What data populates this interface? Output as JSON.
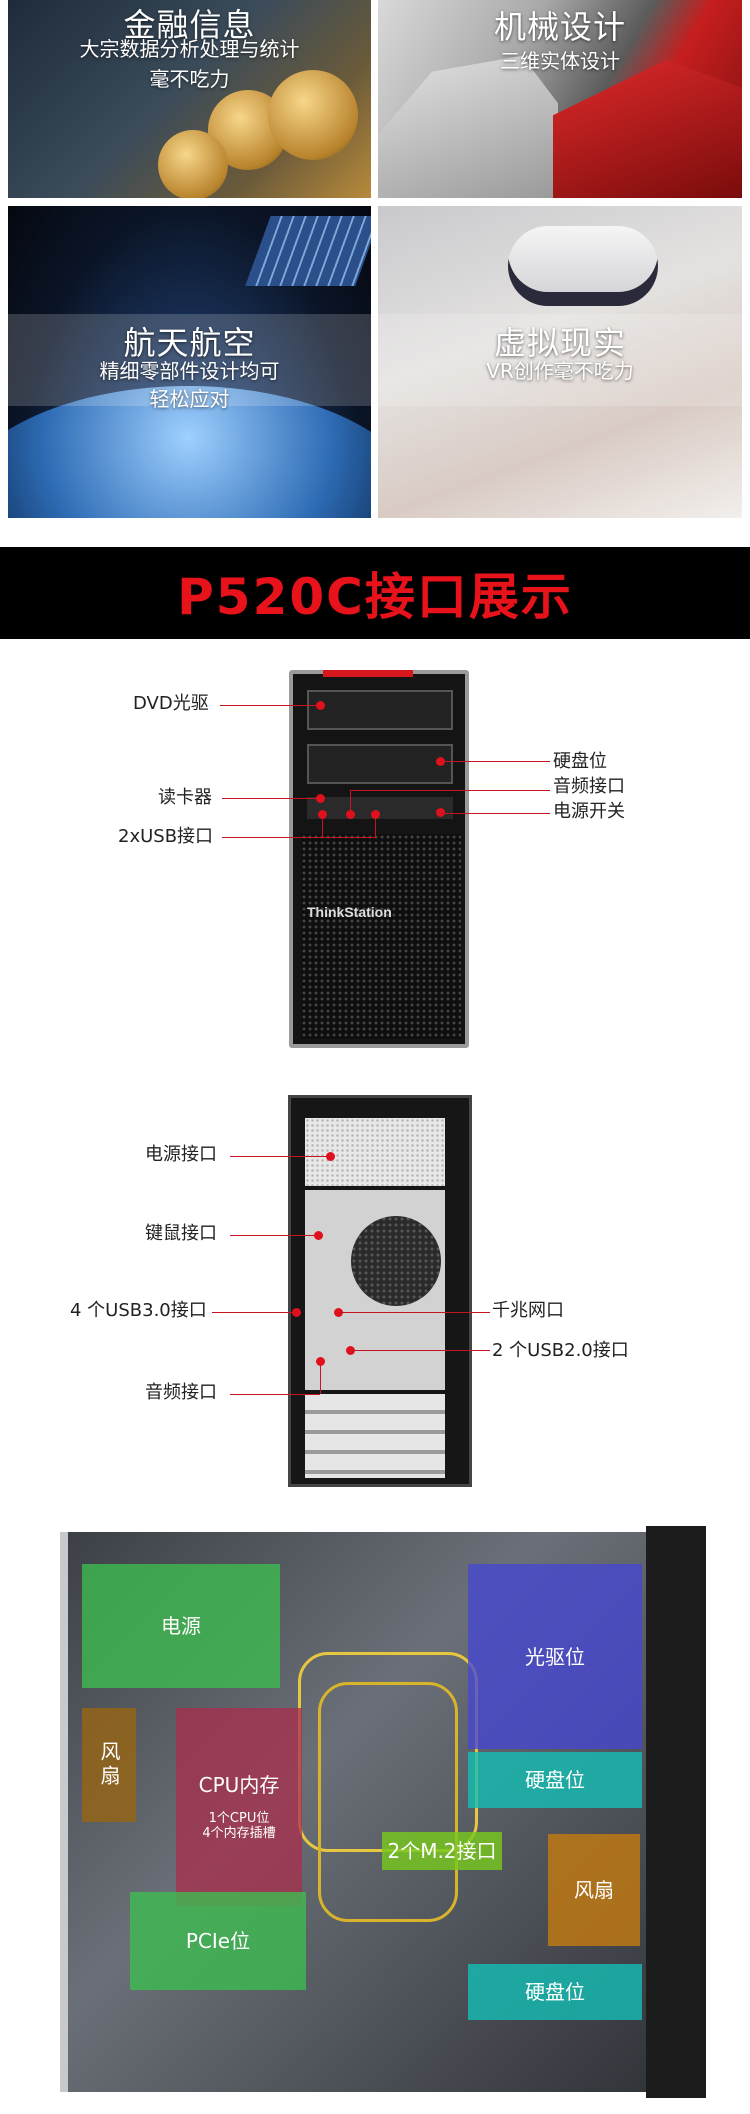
{
  "applications": [
    {
      "title": "金融信息",
      "subtitle": [
        "大宗数据分析处理与统计",
        "毫不吃力"
      ]
    },
    {
      "title": "机械设计",
      "subtitle": [
        "三维实体设计"
      ]
    },
    {
      "title": "航天航空",
      "subtitle": [
        "精细零部件设计均可",
        "轻松应对"
      ]
    },
    {
      "title": "虚拟现实",
      "subtitle": [
        "VR创作毫不吃力"
      ]
    }
  ],
  "banner": {
    "title": "P520C接口展示",
    "color": "#e8121b"
  },
  "front_panel": {
    "brand": "ThinkStation",
    "labels": {
      "dvd": "DVD光驱",
      "card_reader": "读卡器",
      "usb": "2xUSB接口",
      "hdd": "硬盘位",
      "audio": "音频接口",
      "power_switch": "电源开关"
    }
  },
  "rear_panel": {
    "labels": {
      "power": "电源接口",
      "ps2": "键鼠接口",
      "usb3": "4 个USB3.0接口",
      "audio": "音频接口",
      "lan": "千兆网口",
      "usb2": "2 个USB2.0接口"
    }
  },
  "interior": {
    "zones": {
      "psu": "电源",
      "fan_left": "风扇",
      "cpu": "CPU内存",
      "cpu_note_1": "1个CPU位",
      "cpu_note_2": "4个内存插槽",
      "pcie": "PCIe位",
      "optical": "光驱位",
      "hdd_1": "硬盘位",
      "m2": "2个M.2接口",
      "fan_right": "风扇",
      "hdd_2": "硬盘位"
    }
  },
  "colors": {
    "accent": "#e0101c",
    "banner_bg": "#000000"
  }
}
